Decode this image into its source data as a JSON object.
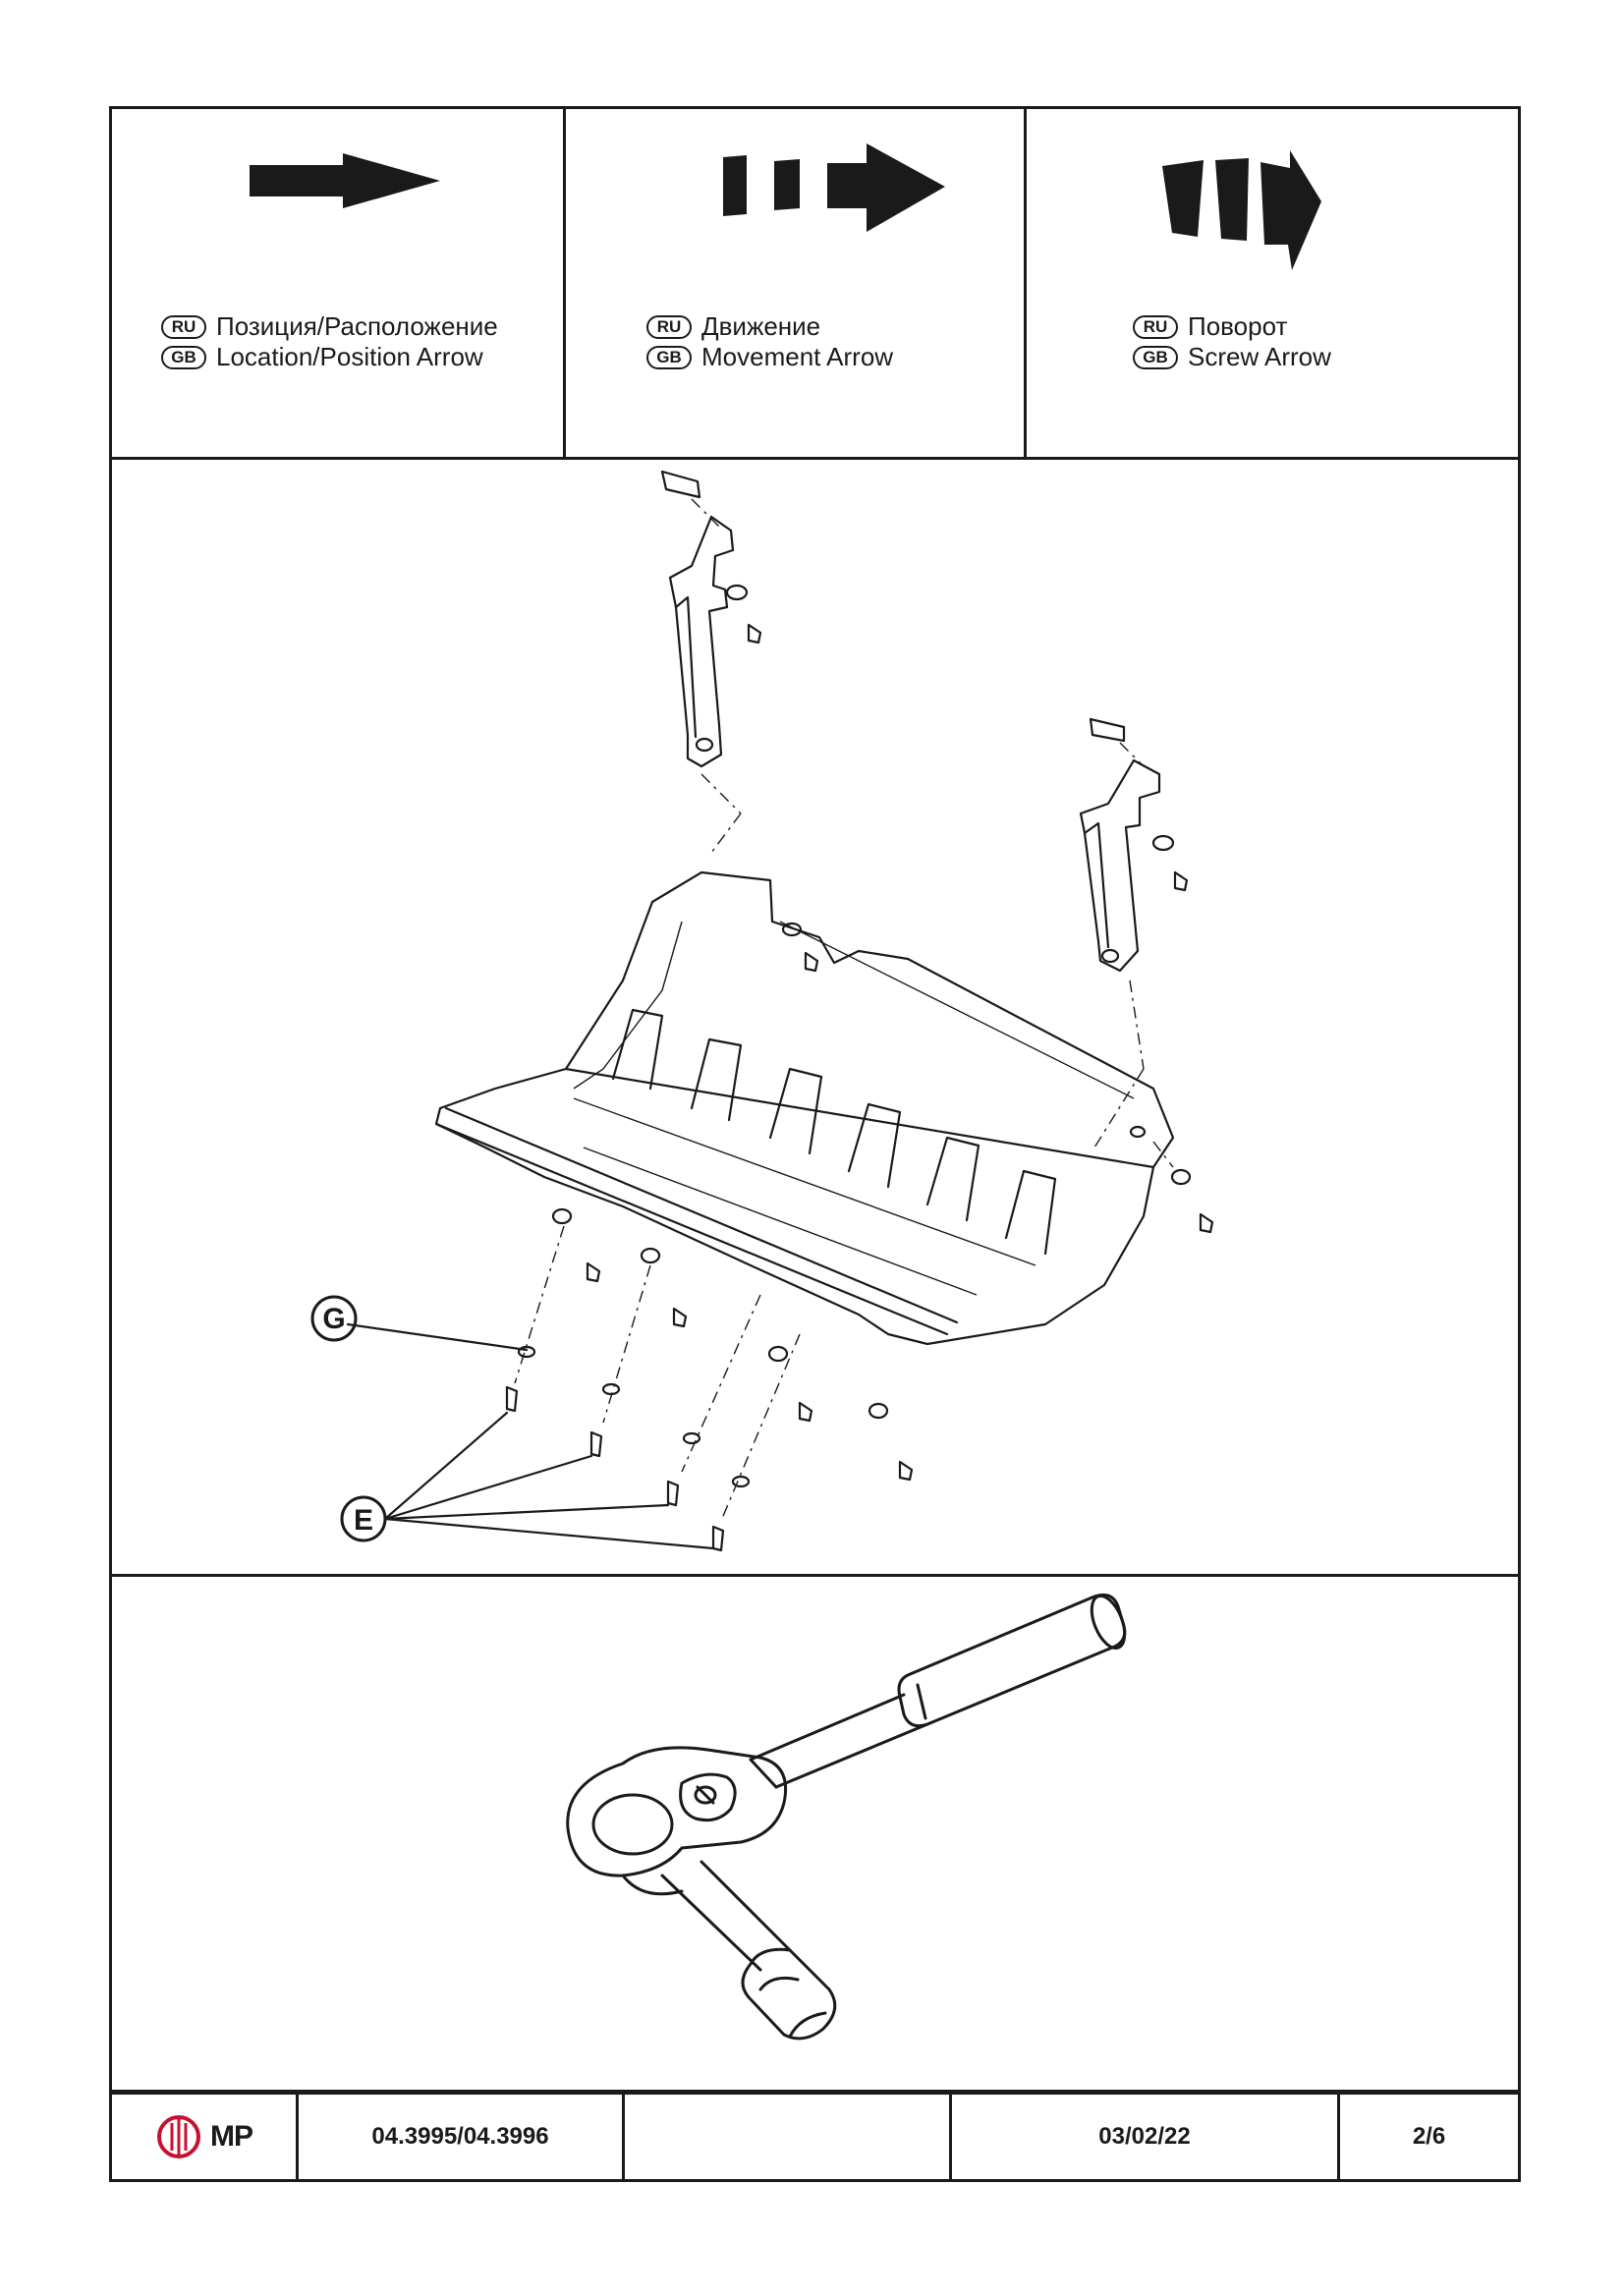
{
  "legend": [
    {
      "icon": "location-arrow-icon",
      "ru_code": "RU",
      "ru_text": "Позиция/Расположение",
      "gb_code": "GB",
      "gb_text": "Location/Position Arrow"
    },
    {
      "icon": "movement-arrow-icon",
      "ru_code": "RU",
      "ru_text": "Движение",
      "gb_code": "GB",
      "gb_text": "Movement Arrow"
    },
    {
      "icon": "screw-arrow-icon",
      "ru_code": "RU",
      "ru_text": "Поворот",
      "gb_code": "GB",
      "gb_text": "Screw Arrow"
    }
  ],
  "diagram": {
    "labels": {
      "g": "G",
      "e": "E"
    }
  },
  "footer": {
    "logo_text": "MP",
    "part_number": "04.3995/04.3996",
    "blank": "",
    "date": "03/02/22",
    "page": "2/6"
  },
  "colors": {
    "line": "#1a1a1a",
    "logo_red": "#c8102e"
  }
}
